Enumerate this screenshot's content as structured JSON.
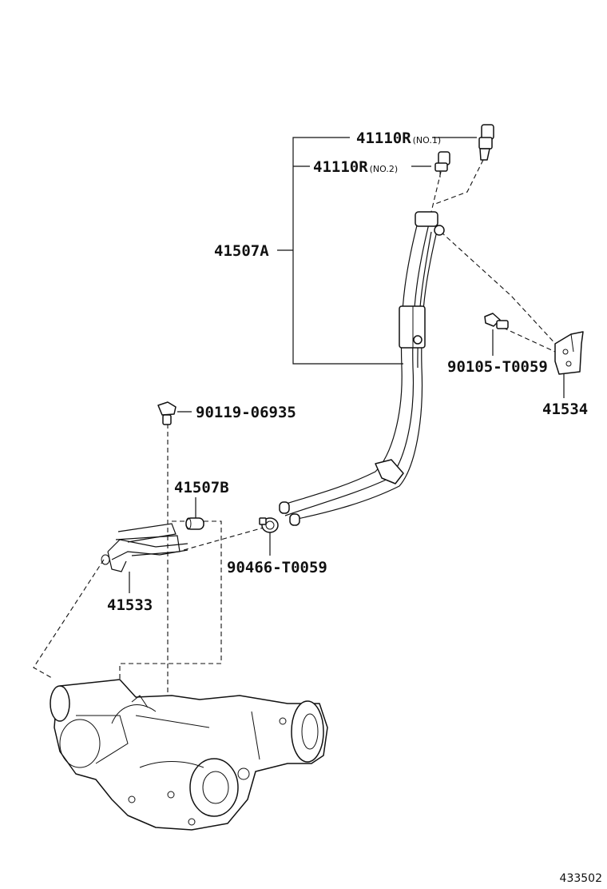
{
  "labels": {
    "p41110r_no1": "41110R",
    "p41110r_no1_sub": "(NO.1)",
    "p41110r_no2": "41110R",
    "p41110r_no2_sub": "(NO.2)",
    "p41507a": "41507A",
    "p90105": "90105-T0059",
    "p41534": "41534",
    "p90119": "90119-06935",
    "p41507b": "41507B",
    "p90466": "90466-T0059",
    "p41533": "41533"
  },
  "figure_number": "433502"
}
